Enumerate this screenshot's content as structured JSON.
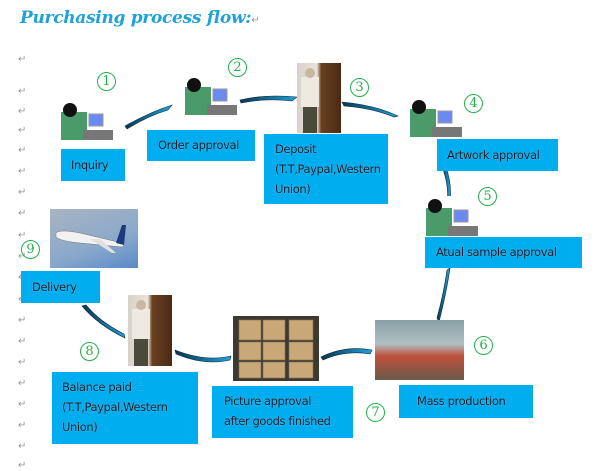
{
  "title": "Purchasing process flow:",
  "paragraph_mark": "↵",
  "steps": [
    {
      "number": "1",
      "label_lines": [
        "Inquiry"
      ],
      "image": "person-at-computer-icon"
    },
    {
      "number": "2",
      "label_lines": [
        "Order approval"
      ],
      "image": "person-at-computer-icon"
    },
    {
      "number": "3",
      "label_lines": [
        "Deposit",
        "(T.T,Paypal,Western",
        "Union)"
      ],
      "image": "bank-counter-photo"
    },
    {
      "number": "4",
      "label_lines": [
        "Artwork approval"
      ],
      "image": "person-at-computer-icon"
    },
    {
      "number": "5",
      "label_lines": [
        "Atual sample approval"
      ],
      "image": "person-at-computer-icon"
    },
    {
      "number": "6",
      "label_lines": [
        "Mass production"
      ],
      "image": "factory-photo"
    },
    {
      "number": "7",
      "label_lines": [
        "Picture approval",
        "after goods finished"
      ],
      "image": "cartons-photo"
    },
    {
      "number": "8",
      "label_lines": [
        "Balance paid",
        "(T.T,Paypal,Western",
        "Union)"
      ],
      "image": "bank-counter-photo"
    },
    {
      "number": "9",
      "label_lines": [
        "Delivery"
      ],
      "image": "airplane-photo"
    }
  ],
  "colors": {
    "title": "#1fa2d8",
    "box": "#00aeef",
    "number_circle": "#22b04a",
    "arrow": "#1a8fc9"
  }
}
